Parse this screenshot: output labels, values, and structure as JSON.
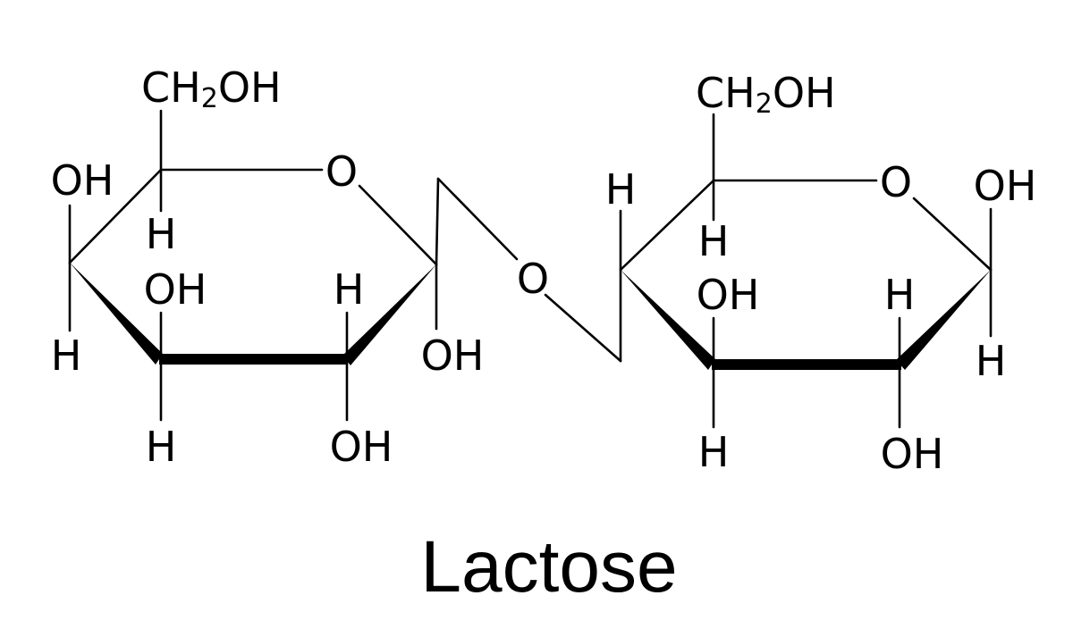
{
  "title": "Lactose",
  "molecule": {
    "left_ring": {
      "ch2oh": {
        "prefix": "CH",
        "sub": "2",
        "suffix": "OH"
      },
      "ring_oxygen": "O",
      "oh_left": "OH",
      "h_top": "H",
      "oh_middle": "OH",
      "h_middle_right": "H",
      "h_bottom_left": "H",
      "h_bottom": "H",
      "oh_bottom": "OH",
      "oh_anomeric": "OH"
    },
    "glycosidic_oxygen": "O",
    "right_ring": {
      "ch2oh": {
        "prefix": "CH",
        "sub": "2",
        "suffix": "OH"
      },
      "ring_oxygen": "O",
      "h_left": "H",
      "h_top": "H",
      "oh_middle": "OH",
      "h_middle_right": "H",
      "oh_right": "OH",
      "h_right": "H",
      "h_bottom": "H",
      "oh_bottom": "OH"
    }
  }
}
